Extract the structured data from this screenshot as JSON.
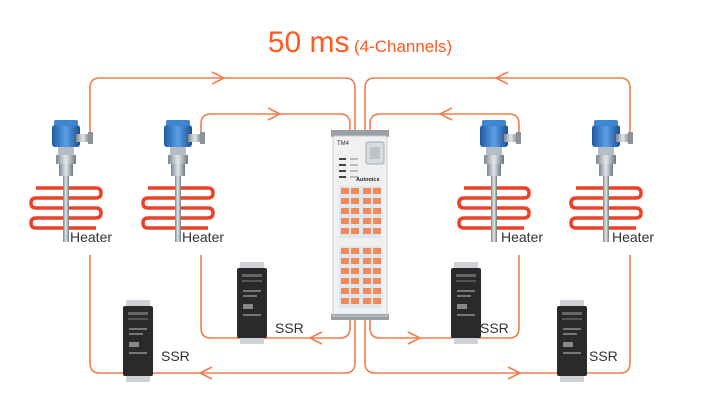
{
  "title": {
    "main": "50 ms",
    "sub": "(4-Channels)",
    "color": "#ff5a1f"
  },
  "controller": {
    "model": "TM4",
    "brand": "Autonics"
  },
  "heaters": [
    {
      "label": "Heater",
      "icon": "sensor-heater-icon"
    },
    {
      "label": "Heater",
      "icon": "sensor-heater-icon"
    },
    {
      "label": "Heater",
      "icon": "sensor-heater-icon"
    },
    {
      "label": "Heater",
      "icon": "sensor-heater-icon"
    }
  ],
  "ssrs": [
    {
      "label": "SSR"
    },
    {
      "label": "SSR"
    },
    {
      "label": "SSR"
    },
    {
      "label": "SSR"
    }
  ],
  "colors": {
    "wire": "#f07d4e",
    "heater_coil": "#e8432a",
    "sensor_head": "#2f74c0",
    "ssr_body": "#2a2a2a"
  }
}
